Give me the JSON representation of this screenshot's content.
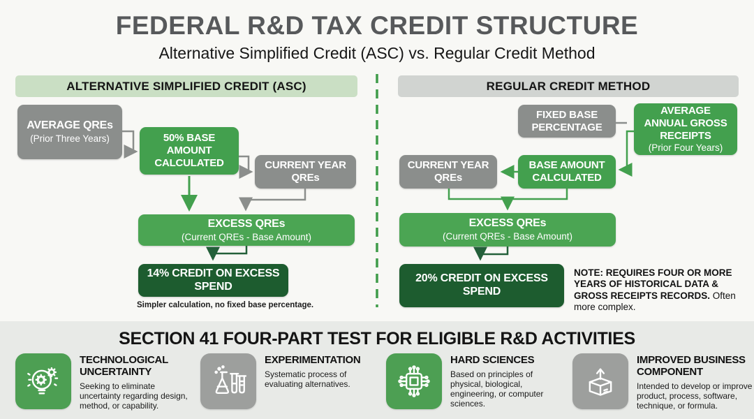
{
  "header": {
    "title": "FEDERAL R&D TAX CREDIT STRUCTURE",
    "subtitle": "Alternative Simplified Credit (ASC) vs. Regular Credit Method"
  },
  "colors": {
    "box_gray": "#8b8e8c",
    "box_green": "#43a04e",
    "box_dark_green": "#1d5c2f",
    "asc_header_bg": "#cadfc4",
    "regular_header_bg": "#d1d4d1",
    "divider_green": "#3f9c49",
    "bottom_band_bg": "#e8eae7",
    "tile_green": "#4d9f53",
    "tile_gray": "#9d9f9d"
  },
  "asc": {
    "panel_title": "ALTERNATIVE SIMPLIFIED CREDIT (ASC)",
    "boxes": {
      "avg_qres": {
        "title": "AVERAGE QREs",
        "sub": "(Prior Three Years)"
      },
      "base_amount": {
        "title": "50% BASE AMOUNT CALCULATED"
      },
      "current_qres": {
        "title": "CURRENT YEAR QREs"
      },
      "excess": {
        "title": "EXCESS QREs",
        "sub": "(Current QREs - Base Amount)"
      },
      "credit": {
        "title": "14% CREDIT ON EXCESS SPEND"
      }
    },
    "caption": "Simpler calculation, no fixed base percentage."
  },
  "regular": {
    "panel_title": "REGULAR CREDIT METHOD",
    "boxes": {
      "fixed_base": {
        "title": "FIXED BASE PERCENTAGE"
      },
      "avg_gross_receipts": {
        "title": "AVERAGE ANNUAL GROSS RECEIPTS",
        "sub": "(Prior Four Years)"
      },
      "current_qres": {
        "title": "CURRENT YEAR QREs"
      },
      "base_amount": {
        "title": "BASE AMOUNT CALCULATED"
      },
      "excess": {
        "title": "EXCESS QREs",
        "sub": "(Current QREs - Base Amount)"
      },
      "credit": {
        "title": "20% CREDIT ON EXCESS SPEND"
      }
    },
    "note_bold": "NOTE: REQUIRES FOUR OR MORE YEARS OF HISTORICAL DATA & GROSS RECEIPTS RECORDS.",
    "note_rest": " Often more complex."
  },
  "four_part_test": {
    "title": "SECTION 41 FOUR-PART TEST FOR ELIGIBLE R&D ACTIVITIES",
    "items": [
      {
        "icon": "lightbulb-gear-icon",
        "tile_color": "#4d9f53",
        "title": "TECHNOLOGICAL UNCERTAINTY",
        "description": "Seeking to eliminate uncertainty regarding design, method, or capability."
      },
      {
        "icon": "flasks-icon",
        "tile_color": "#9d9f9d",
        "title": "EXPERIMENTATION",
        "description": "Systematic process of evaluating alternatives."
      },
      {
        "icon": "microchip-icon",
        "tile_color": "#4d9f53",
        "title": "HARD SCIENCES",
        "description": "Based on principles of physical, biological, engineering, or computer sciences."
      },
      {
        "icon": "box-arrow-up-icon",
        "tile_color": "#9d9f9d",
        "title": "IMPROVED BUSINESS COMPONENT",
        "description": "Intended to develop or improve a product, process, software, technique, or formula."
      }
    ]
  }
}
